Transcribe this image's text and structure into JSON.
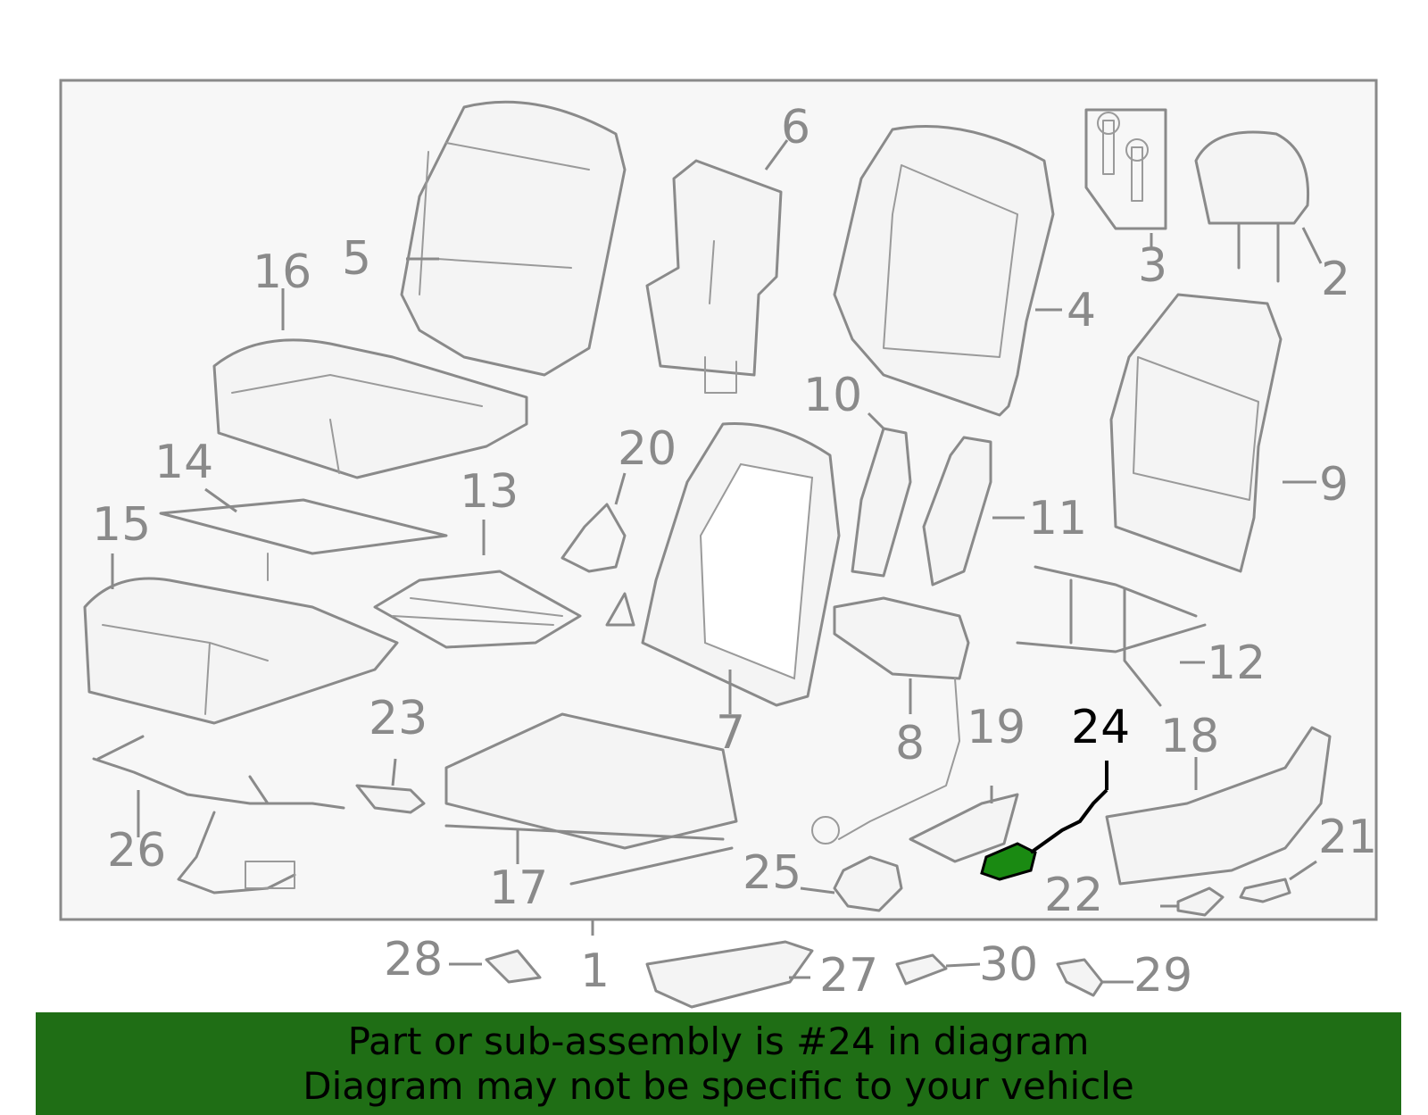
{
  "diagram": {
    "highlighted_part": "24",
    "highlight_color": "#1a8a12",
    "callouts": [
      "1",
      "2",
      "3",
      "4",
      "5",
      "6",
      "7",
      "8",
      "9",
      "10",
      "11",
      "12",
      "13",
      "14",
      "15",
      "16",
      "17",
      "18",
      "19",
      "20",
      "21",
      "22",
      "23",
      "24",
      "25",
      "26",
      "27",
      "28",
      "29",
      "30"
    ]
  },
  "footer": {
    "background": "#1f6e15",
    "line1": "Part or sub-assembly is #24 in diagram",
    "line2": "Diagram may not be specific to your vehicle"
  }
}
